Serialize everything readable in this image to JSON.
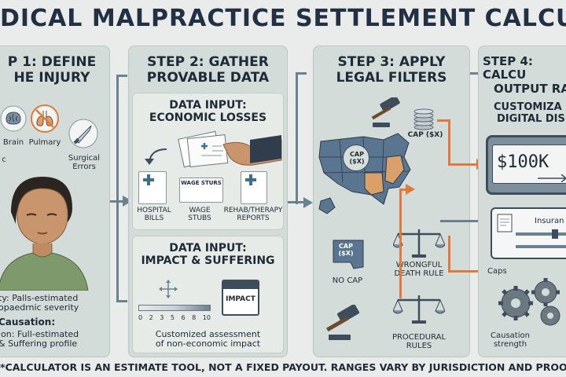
{
  "title": "DICAL MALPRACTICE SETTLEMENT CALCULAT",
  "steps": {
    "step1": {
      "heading_line1": "P 1: DEFINE",
      "heading_line2": "HE INJURY",
      "icons": [
        "Brain",
        "Pulmary",
        "Surgical Errors"
      ],
      "left_icon_label": "c",
      "severity_line1": "ty: Palls-estimated",
      "severity_line2": "opaedrnic severity",
      "causation_title": "Causation:",
      "causation_line1": "ion: Full-estimated",
      "causation_line2": "& Suffering profile"
    },
    "step2": {
      "heading_line1": "STEP 2: GATHER",
      "heading_line2": "PROVABLE DATA",
      "economic_title_line1": "DATA INPUT:",
      "economic_title_line2": "ECONOMIC LOSSES",
      "documents": [
        "HOSPITAL BILLS",
        "WAGE STUBS",
        "REHAB/THERAPY REPORTS"
      ],
      "wage_doc_text": "WAGE STURS",
      "impact_title_line1": "DATA INPUT:",
      "impact_title_line2": "IMPACT & SUFFERING",
      "scale_numbers": [
        "0",
        "2",
        "3",
        "5",
        "6",
        "8",
        "10"
      ],
      "impact_card": "IMPACT",
      "assessment_line1": "Customized assessment",
      "assessment_line2": "of non-economic impact"
    },
    "step3": {
      "heading_line1": "STEP 3: APPLY",
      "heading_line2": "LEGAL FILTERS",
      "map_cap": "CAP ($X)",
      "coins_cap": "CAP ($X)",
      "state_cap": "CAP ($X)",
      "no_cap": "NO CAP",
      "wrongful_death_line1": "WRONGFUL",
      "wrongful_death_line2": "DEATH RULE",
      "procedural_line1": "PROCEDURAL",
      "procedural_line2": "RULES"
    },
    "step4": {
      "heading_line1": "STEP 4: CALCU",
      "heading_line2": "OUTPUT RA",
      "display_title_line1": "CUSTOMIZA",
      "display_title_line2": "DIGITAL DIS",
      "display_value": "$100K",
      "insurance_label": "Insuran",
      "caps_label": "Caps",
      "causation_label_line1": "Causation",
      "causation_label_line2": "strength"
    }
  },
  "footer": "*CALCULATOR IS AN ESTIMATE TOOL, NOT A FIXED PAYOUT. RANGES VARY BY JURISDICTION AND PROOF.*",
  "colors": {
    "background": "#e9ecea",
    "panel": "#d3dcd8",
    "accent_orange": "#e07a3c",
    "arrow_gray": "#6b8190",
    "map_blue": "#5a7590",
    "map_orange": "#d9a06a"
  }
}
